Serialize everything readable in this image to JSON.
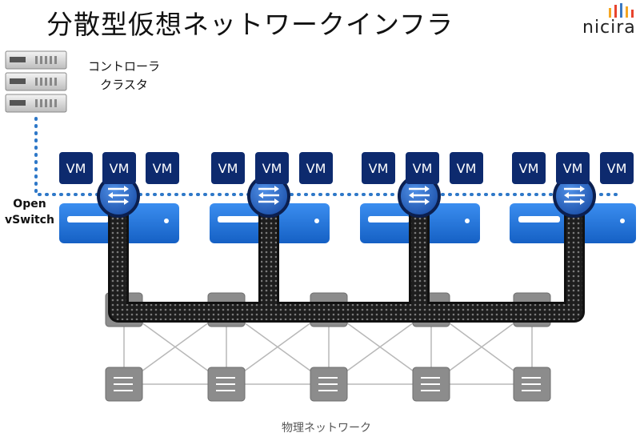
{
  "slide": {
    "title": "分散型仮想ネットワークインフラ"
  },
  "logo": {
    "text": "nicira",
    "bar_colors": [
      "#f5a623",
      "#e8442e",
      "#3a78c2",
      "#f5a623",
      "#e8442e"
    ]
  },
  "controller": {
    "label_line1": "コントローラ",
    "label_line2": "クラスタ",
    "icon": "server-rack-icon",
    "server_count": 3
  },
  "ovs": {
    "label_line1": "Open",
    "label_line2": "vSwitch"
  },
  "hosts": [
    {
      "vms": [
        "VM",
        "VM",
        "VM"
      ]
    },
    {
      "vms": [
        "VM",
        "VM",
        "VM"
      ]
    },
    {
      "vms": [
        "VM",
        "VM",
        "VM"
      ]
    },
    {
      "vms": [
        "VM",
        "VM",
        "VM"
      ]
    }
  ],
  "physical_network": {
    "label": "物理ネットワーク",
    "switch_icon": "network-switch-icon",
    "rows": 2,
    "switches_per_row": 5
  },
  "colors": {
    "vm": "#0d2a6e",
    "host": "#1a73d9",
    "switch_bg": "#8c8c8c",
    "control_dots": "#2e78c8",
    "tunnel": "#1e1e1e"
  }
}
